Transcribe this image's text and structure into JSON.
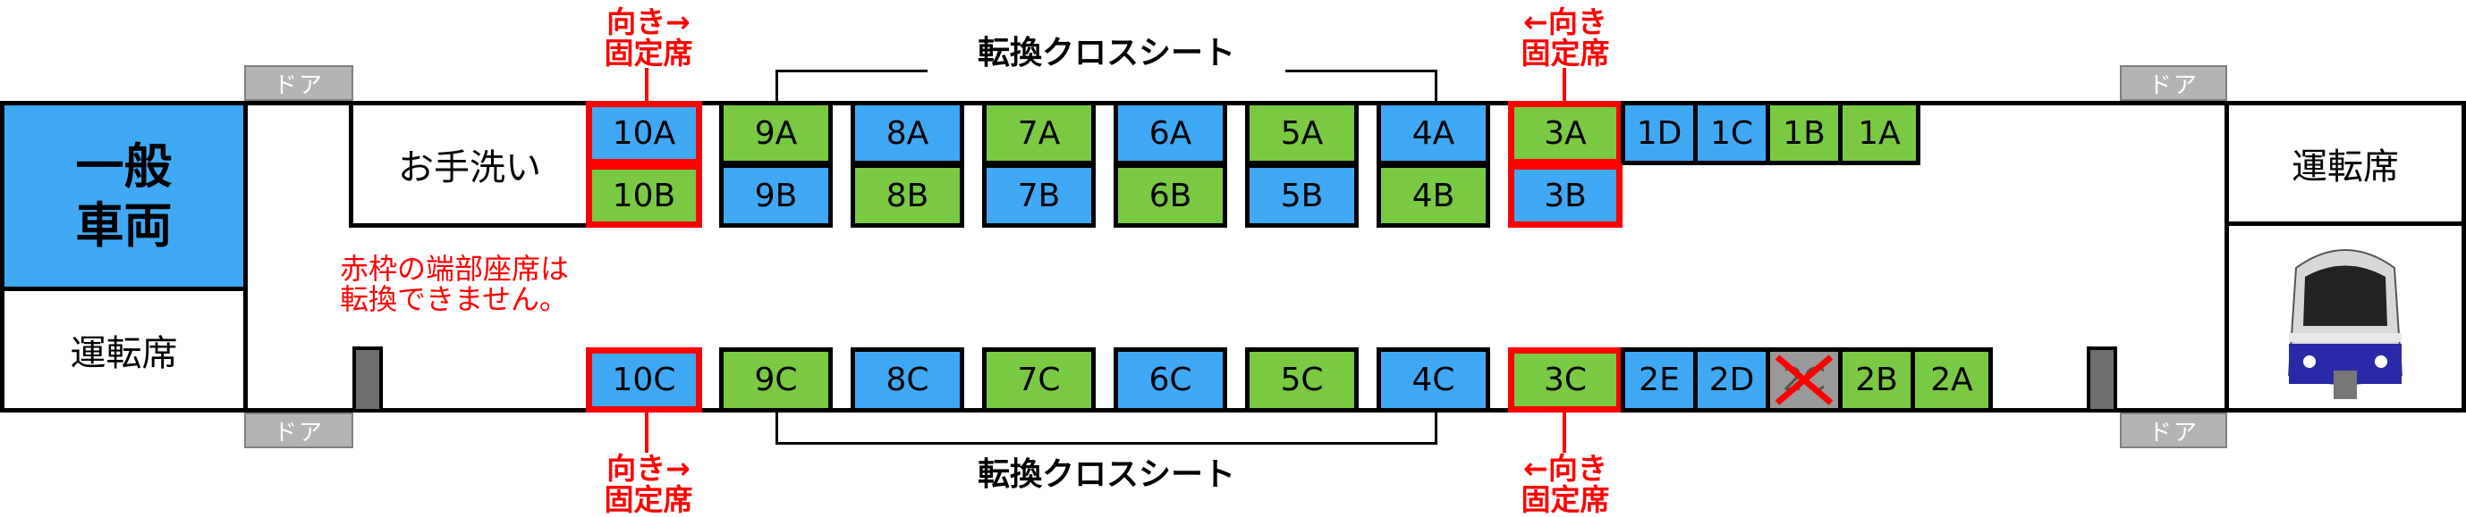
{
  "doors": {
    "label": "ドア"
  },
  "left_end": {
    "car_type": "一般\n車両",
    "cab_label": "運転席",
    "accent_color": "#3fa9f5"
  },
  "right_end": {
    "cab_label": "運転席",
    "train_image_icon": "train-front-icon"
  },
  "washroom": {
    "label": "お手洗い"
  },
  "note": {
    "text": "赤枠の端部座席は\n転換できません。"
  },
  "cross_seat": {
    "label": "転換クロスシート"
  },
  "orientation_labels": {
    "forward_right": "向き→\n固定席",
    "forward_left": "←向き\n固定席"
  },
  "colors": {
    "seat_blue": "#3fa9f5",
    "seat_green": "#7ac943",
    "fixed_border": "#ff0000",
    "unavailable": "#999999"
  },
  "seats": {
    "upper_window": [
      "10A",
      "9A",
      "8A",
      "7A",
      "6A",
      "5A",
      "4A",
      "3A",
      "1D",
      "1C",
      "1B",
      "1A"
    ],
    "upper_aisle": [
      "10B",
      "9B",
      "8B",
      "7B",
      "6B",
      "5B",
      "4B",
      "3B"
    ],
    "lower": [
      "10C",
      "9C",
      "8C",
      "7C",
      "6C",
      "5C",
      "4C",
      "3C",
      "2E",
      "2D",
      "2C",
      "2B",
      "2A"
    ]
  }
}
